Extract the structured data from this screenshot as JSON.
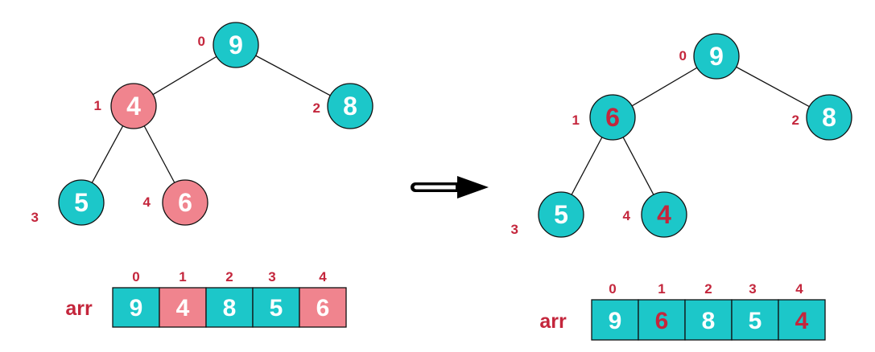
{
  "colors": {
    "normal": "#1cc7c9",
    "highlight": "#f0848e",
    "index_text": "#c4263c",
    "normal_text": "#ffffff",
    "swapped_text": "#c4263c",
    "outline": "#111111"
  },
  "before": {
    "nodes": [
      {
        "index": "0",
        "value": "9",
        "state": "normal"
      },
      {
        "index": "1",
        "value": "4",
        "state": "highlight"
      },
      {
        "index": "2",
        "value": "8",
        "state": "normal"
      },
      {
        "index": "3",
        "value": "5",
        "state": "normal"
      },
      {
        "index": "4",
        "value": "6",
        "state": "highlight"
      }
    ],
    "array": {
      "label": "arr",
      "cells": [
        {
          "index": "0",
          "value": "9",
          "state": "normal"
        },
        {
          "index": "1",
          "value": "4",
          "state": "highlight"
        },
        {
          "index": "2",
          "value": "8",
          "state": "normal"
        },
        {
          "index": "3",
          "value": "5",
          "state": "normal"
        },
        {
          "index": "4",
          "value": "6",
          "state": "highlight"
        }
      ]
    }
  },
  "after": {
    "nodes": [
      {
        "index": "0",
        "value": "9",
        "state": "normal"
      },
      {
        "index": "1",
        "value": "6",
        "state": "swapped"
      },
      {
        "index": "2",
        "value": "8",
        "state": "normal"
      },
      {
        "index": "3",
        "value": "5",
        "state": "normal"
      },
      {
        "index": "4",
        "value": "4",
        "state": "swapped"
      }
    ],
    "array": {
      "label": "arr",
      "cells": [
        {
          "index": "0",
          "value": "9",
          "state": "normal"
        },
        {
          "index": "1",
          "value": "6",
          "state": "swapped"
        },
        {
          "index": "2",
          "value": "8",
          "state": "normal"
        },
        {
          "index": "3",
          "value": "5",
          "state": "normal"
        },
        {
          "index": "4",
          "value": "4",
          "state": "swapped"
        }
      ]
    }
  },
  "arrow_icon": "right-arrow-icon"
}
